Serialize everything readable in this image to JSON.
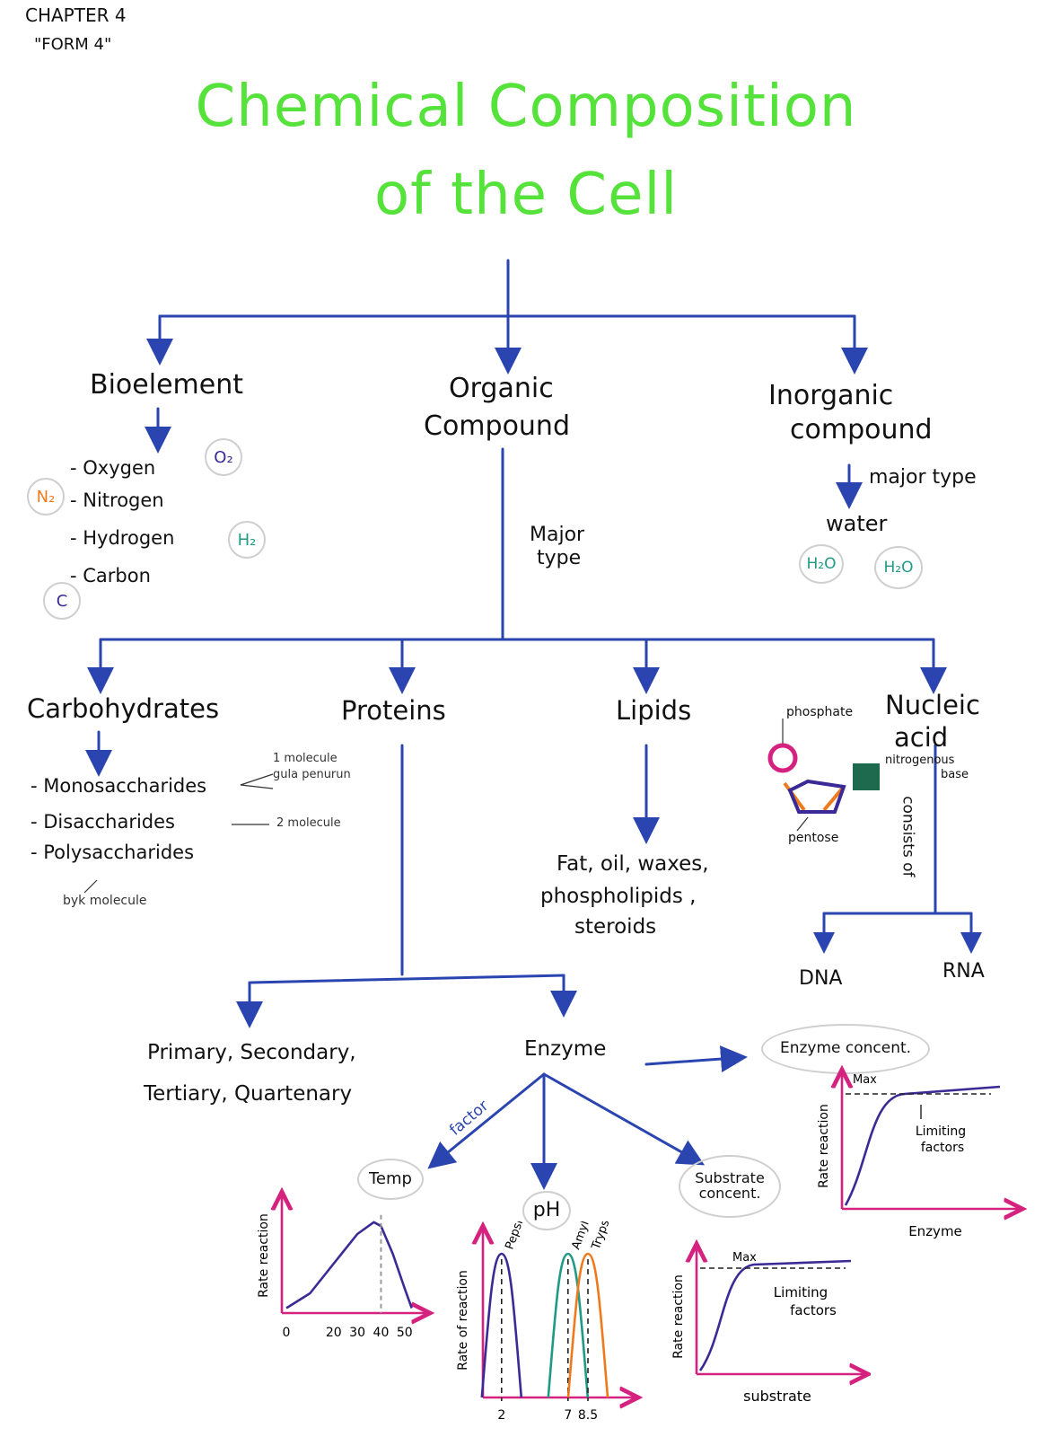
{
  "header": {
    "chapter": "CHAPTER 4",
    "form": "\"FORM 4\""
  },
  "title": {
    "line1": "Chemical Composition",
    "line2": "of the Cell"
  },
  "branches": {
    "bioelement": {
      "label": "Bioelement",
      "items": [
        "- Oxygen",
        "- Nitrogen",
        "- Hydrogen",
        "- Carbon"
      ],
      "badges": {
        "o2": "O₂",
        "n2": "N₂",
        "h2": "H₂",
        "c": "C"
      }
    },
    "organic": {
      "label_1": "Organic",
      "label_2": "Compound",
      "edge_label_1": "Major",
      "edge_label_2": "type"
    },
    "inorganic": {
      "label_1": "Inorganic",
      "label_2": "compound",
      "edge_label": "major type",
      "water": "water",
      "h2o_1": "H₂O",
      "h2o_2": "H₂O"
    }
  },
  "organic_types": {
    "carbohydrates": {
      "label": "Carbohydrates",
      "items": [
        "- Monosaccharides",
        "- Disaccharides",
        "- Polysaccharides"
      ],
      "note_mono_1": "1 molecule",
      "note_mono_2": "gula penurun",
      "note_di": "2 molecule",
      "note_poly": "byk molecule"
    },
    "proteins": {
      "label": "Proteins"
    },
    "lipids": {
      "label": "Lipids",
      "items_1": "Fat, oil, waxes,",
      "items_2": "phospholipids ,",
      "items_3": "steroids"
    },
    "nucleic": {
      "label_1": "Nucleic",
      "label_2": "acid",
      "phosphate": "phosphate",
      "nitrogenous_1": "nitrogenous",
      "nitrogenous_2": "base",
      "pentose": "pentose",
      "consists": "consists of",
      "dna": "DNA",
      "rna": "RNA"
    }
  },
  "protein_branch": {
    "structure_1": "Primary, Secondary,",
    "structure_2": "Tertiary, Quartenary",
    "enzyme": "Enzyme",
    "enzyme_concent": "Enzyme concent.",
    "factor": "factor",
    "temp": "Temp",
    "ph": "pH",
    "substrate_1": "Substrate",
    "substrate_2": "concent."
  },
  "chart_data": [
    {
      "type": "line",
      "title": "Temp",
      "ylabel": "Rate reaction",
      "xlabel": "",
      "x_ticks": [
        "0",
        "20",
        "30",
        "40",
        "50"
      ],
      "series": [
        {
          "x": [
            0,
            10,
            20,
            30,
            37,
            40,
            45,
            50,
            53
          ],
          "values": [
            0.05,
            0.2,
            0.5,
            0.8,
            0.92,
            0.88,
            0.6,
            0.25,
            0.05
          ]
        }
      ],
      "annotation": "optimum at 40"
    },
    {
      "type": "line",
      "title": "pH",
      "ylabel": "Rate of reaction",
      "xlabel": "",
      "x_ticks": [
        "2",
        "7",
        "8.5"
      ],
      "series": [
        {
          "name": "Pepsin",
          "color": "#3b2a96",
          "peak": 2
        },
        {
          "name": "Amylase",
          "color": "#1e9a85",
          "peak": 7
        },
        {
          "name": "Trypsin",
          "color": "#ef7a1d",
          "peak": 8.5
        }
      ]
    },
    {
      "type": "line",
      "title": "Substrate concent.",
      "ylabel": "Rate reaction",
      "xlabel": "substrate",
      "annotations": [
        "Max",
        "Limiting factors"
      ],
      "series": [
        {
          "shape": "rises steeply then plateaus at max"
        }
      ]
    },
    {
      "type": "line",
      "title": "Enzyme concent.",
      "ylabel": "Rate reaction",
      "xlabel": "Enzyme",
      "annotations": [
        "Max",
        "Limiting factors"
      ],
      "series": [
        {
          "shape": "rises steeply then plateaus at max"
        }
      ]
    }
  ],
  "colors": {
    "title": "#55e23a",
    "arrows": "#2b45b0",
    "axes": "#d6227f",
    "curve": "#3b2a96",
    "orange": "#ef7a1d",
    "teal": "#1e9a85"
  }
}
